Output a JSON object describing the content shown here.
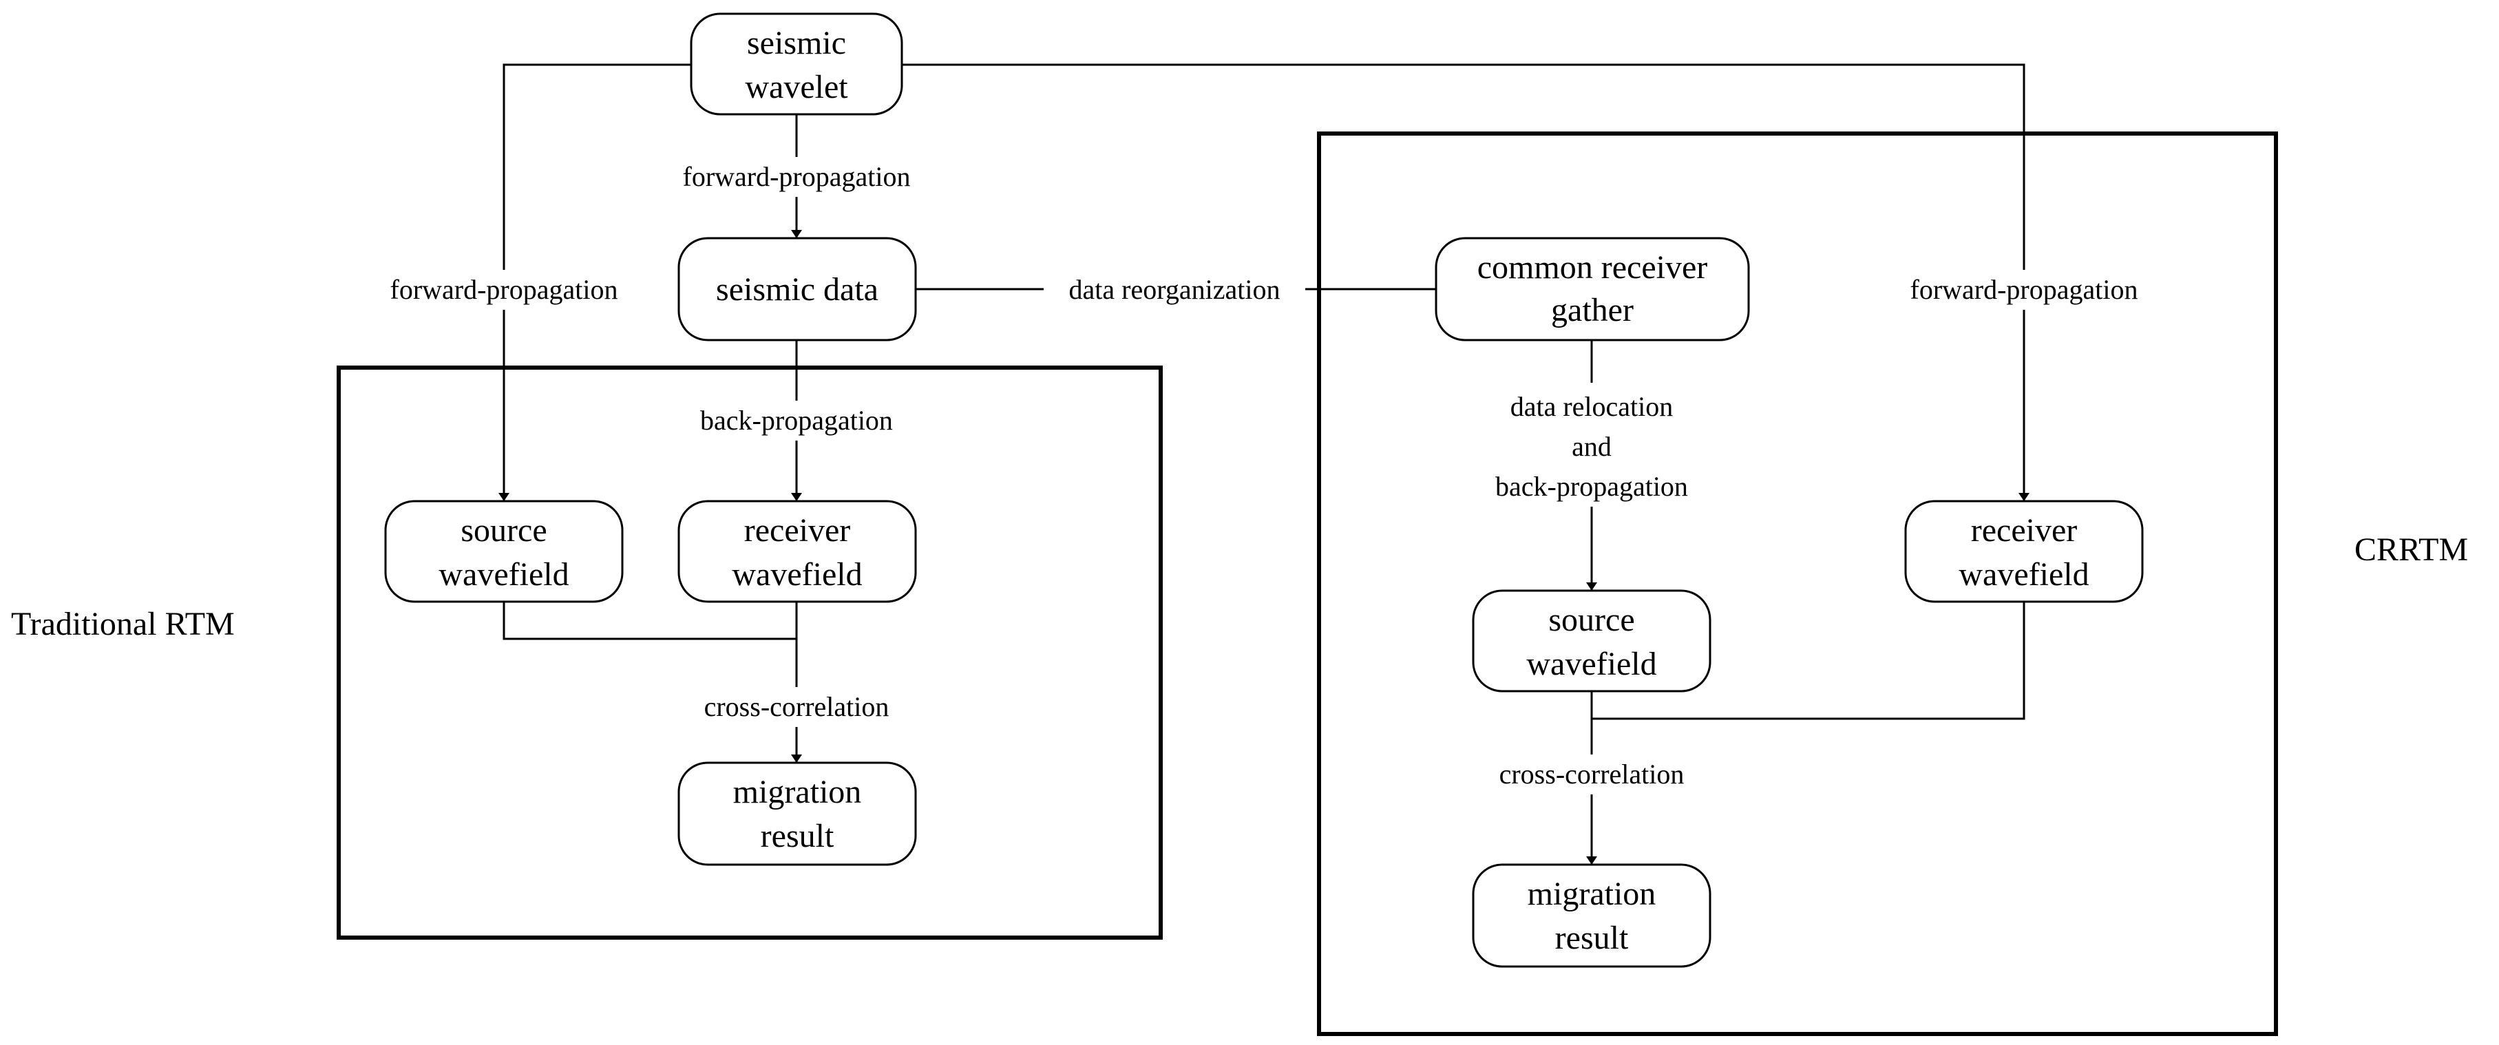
{
  "nodes": {
    "seismic_wavelet": [
      "seismic",
      "wavelet"
    ],
    "seismic_data": [
      "seismic data"
    ],
    "common_receiver_gather": [
      "common receiver",
      "gather"
    ],
    "trad_source_wavefield": [
      "source",
      "wavefield"
    ],
    "trad_receiver_wavefield": [
      "receiver",
      "wavefield"
    ],
    "trad_migration_result": [
      "migration",
      "result"
    ],
    "crrtm_source_wavefield": [
      "source",
      "wavefield"
    ],
    "crrtm_receiver_wavefield": [
      "receiver",
      "wavefield"
    ],
    "crrtm_migration_result": [
      "migration",
      "result"
    ]
  },
  "edge_labels": {
    "wavelet_to_data": [
      "forward-propagation"
    ],
    "wavelet_to_trad_source": [
      "forward-propagation"
    ],
    "data_to_trad_receiver": [
      "back-propagation"
    ],
    "data_reorganization": [
      "data reorganization"
    ],
    "wavelet_to_crrtm_receiver": [
      "forward-propagation"
    ],
    "gather_to_crrtm_source": [
      "data relocation",
      "and",
      "back-propagation"
    ],
    "trad_cross_correlation": [
      "cross-correlation"
    ],
    "crrtm_cross_correlation": [
      "cross-correlation"
    ]
  },
  "section_labels": {
    "traditional": "Traditional RTM",
    "crrtm": "CRRTM"
  }
}
